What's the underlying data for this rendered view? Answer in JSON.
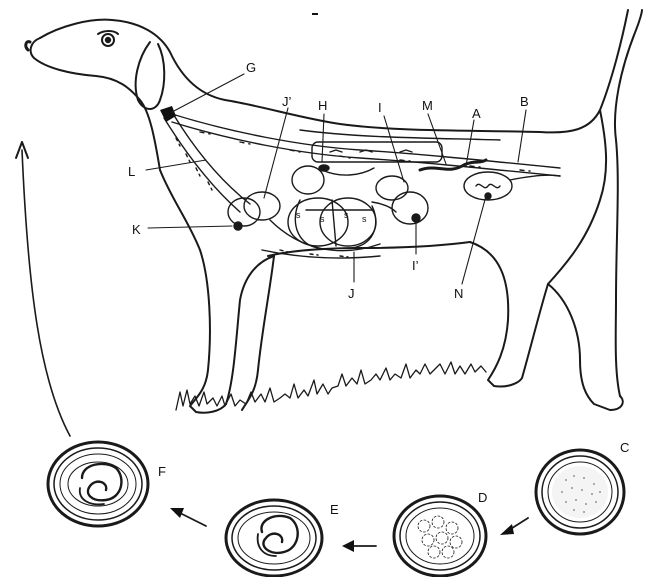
{
  "labels": {
    "A": "A",
    "B": "B",
    "C": "C",
    "D": "D",
    "E": "E",
    "F": "F",
    "G": "G",
    "H": "H",
    "I": "I",
    "I_prime": "I’",
    "J": "J",
    "J_prime": "J’",
    "K": "K",
    "L": "L",
    "M": "M",
    "N": "N"
  },
  "stomach_marks": [
    "s",
    "s",
    "s",
    "s"
  ]
}
